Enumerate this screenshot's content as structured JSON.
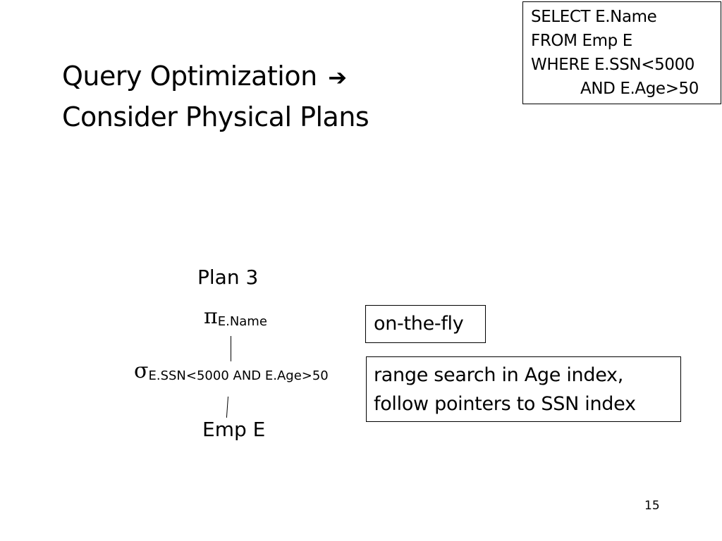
{
  "title": {
    "line1": "Query Optimization",
    "arrow": "➔",
    "line2": "Consider Physical Plans"
  },
  "sql": {
    "line1": "SELECT E.Name",
    "line2": "FROM Emp E",
    "line3": "WHERE E.SSN<5000",
    "line4": "AND E.Age>50"
  },
  "plan": {
    "label": "Plan 3",
    "project_symbol": "π",
    "project_subscript": "E.Name",
    "select_symbol": "σ",
    "select_subscript": "E.SSN<5000 AND E.Age>50",
    "relation": "Emp E"
  },
  "notes": {
    "project_note": "on-the-fly",
    "select_note_line1": "range search in Age index,",
    "select_note_line2": "follow pointers to SSN index"
  },
  "page_number": "15"
}
